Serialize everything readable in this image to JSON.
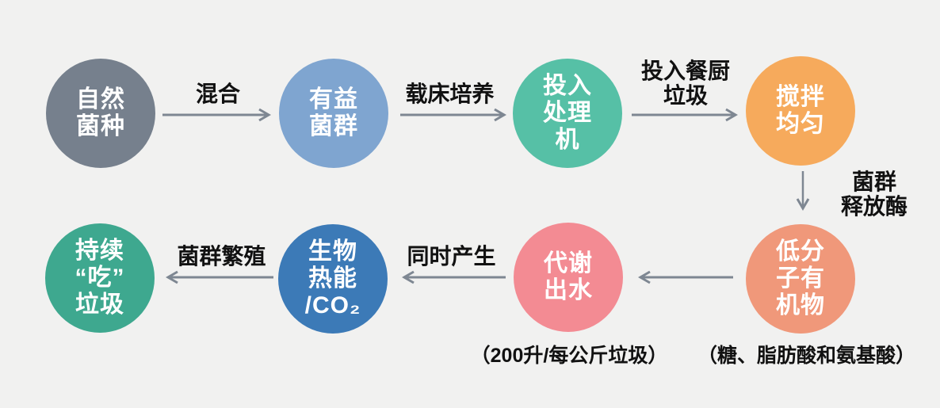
{
  "flowchart": {
    "background_color": "#f1f1f0",
    "arrow_color": "#7e8792",
    "text_color": "#111111",
    "node_text_color": "#ffffff",
    "nodes": [
      {
        "id": "natural-bacteria",
        "lines": [
          "自然",
          "菌种"
        ],
        "color": "#76808d"
      },
      {
        "id": "beneficial-flora",
        "lines": [
          "有益",
          "菌群"
        ],
        "color": "#7fa5d0"
      },
      {
        "id": "feed-into-processor",
        "lines": [
          "投入",
          "处理",
          "机"
        ],
        "color": "#56c0a6"
      },
      {
        "id": "stir-evenly",
        "lines": [
          "搅拌",
          "均匀"
        ],
        "color": "#f6aa5c"
      },
      {
        "id": "low-molecular-organics",
        "lines": [
          "低分",
          "子有",
          "机物"
        ],
        "color": "#f0987a"
      },
      {
        "id": "metabolic-water",
        "lines": [
          "代谢",
          "出水"
        ],
        "color": "#f38b93"
      },
      {
        "id": "bio-heat-co2",
        "lines": [
          "生物",
          "热能",
          "/CO₂"
        ],
        "color": "#3c7ab7"
      },
      {
        "id": "continuously-eat-garbage",
        "lines": [
          "持续",
          "“吃”",
          "垃圾"
        ],
        "color": "#3ea88f"
      }
    ],
    "arrow_labels": {
      "mix": "混合",
      "bed_culture": "载床培养",
      "feed_kitchen_waste": [
        "投入餐厨",
        "垃圾"
      ],
      "flora_release_enzyme": [
        "菌群",
        "释放酶"
      ],
      "simultaneously_produce": "同时产生",
      "flora_reproduce": "菌群繁殖"
    },
    "notes": {
      "water_note": "（200升/每公斤垃圾）",
      "organics_note": "（糖、脂肪酸和氨基酸）"
    }
  }
}
